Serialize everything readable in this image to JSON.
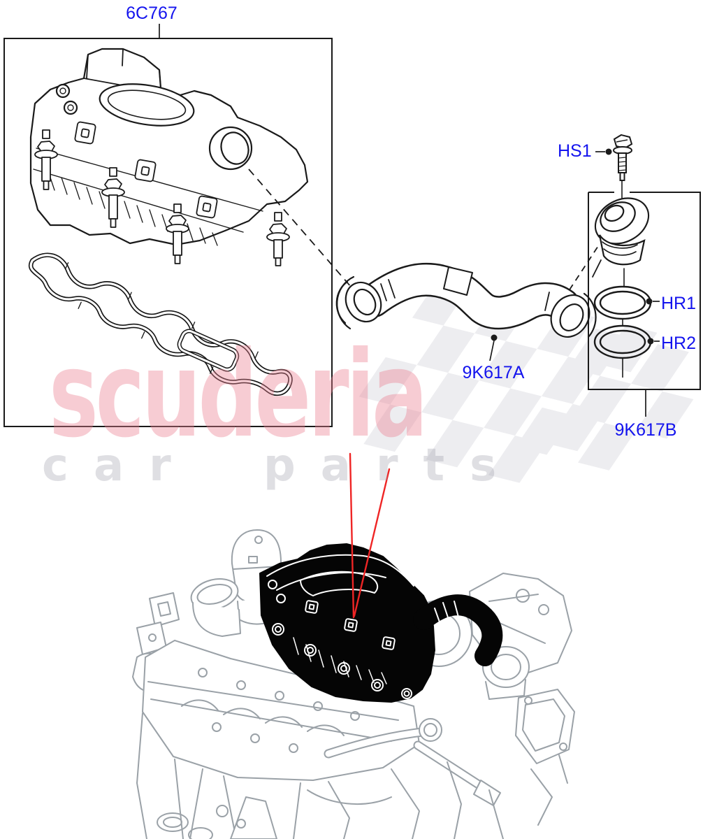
{
  "diagram": {
    "description": "Exploded parts diagram: engine breather / camshaft cover, breather hose and connector kit, with engine location view",
    "labels": {
      "cover": "6C767",
      "screw": "HS1",
      "oring_top": "HR1",
      "oring_bottom": "HR2",
      "hose": "9K617A",
      "connector_kit": "9K617B"
    }
  },
  "watermark": {
    "brand": "scuderia",
    "tagline": "car parts"
  },
  "colors": {
    "label_blue": "#1414ee",
    "line_black": "#1a1a1a",
    "engine_gray": "#9aa1a7",
    "highlight_black": "#050505",
    "arrow_red": "#ef2525",
    "brand_pink": "#f7ccd2",
    "tagline_gray": "#e3e3e7",
    "checker_gray": "#ededf0"
  }
}
